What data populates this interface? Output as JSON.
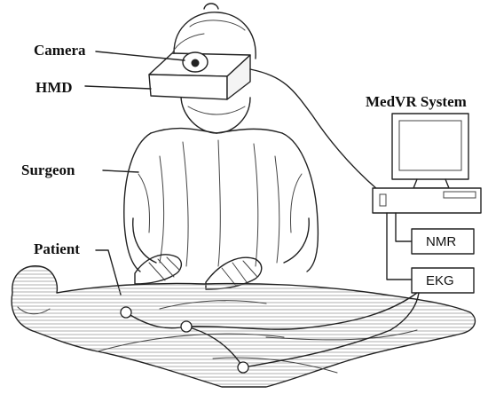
{
  "labels": {
    "camera": "Camera",
    "hmd": "HMD",
    "surgeon": "Surgeon",
    "patient": "Patient",
    "medvr": "MedVR System",
    "nmr": "NMR",
    "ekg": "EKG"
  }
}
